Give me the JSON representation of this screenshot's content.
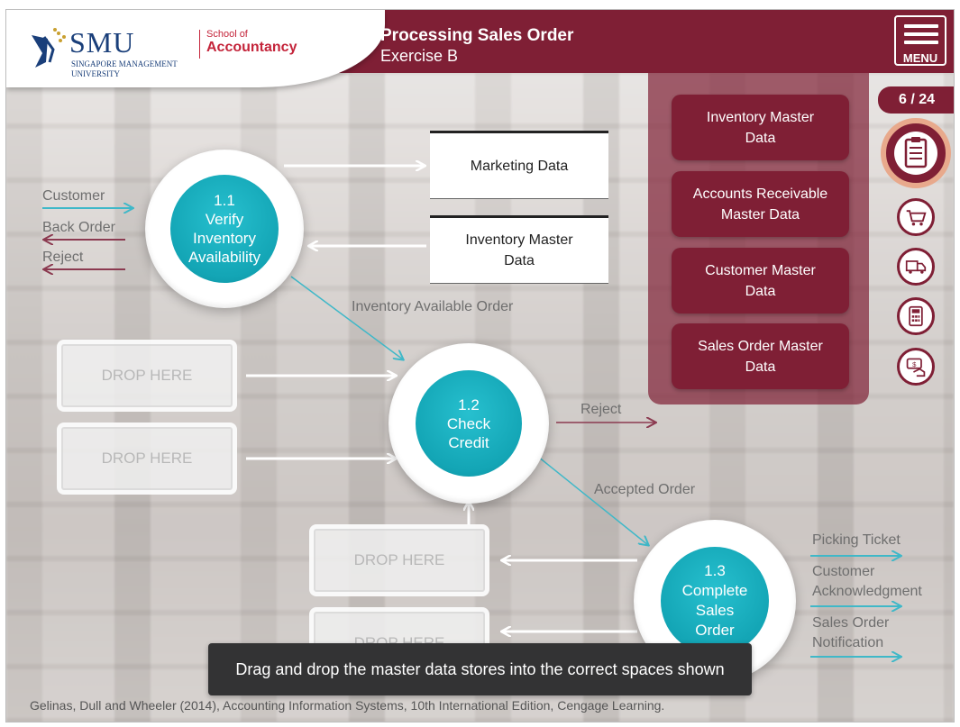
{
  "header": {
    "logo": {
      "name": "SMU",
      "sub1": "SINGAPORE MANAGEMENT",
      "sub2": "UNIVERSITY",
      "school_line1": "School of",
      "school_line2": "Accountancy"
    },
    "title": "Processing Sales Order",
    "subtitle": "Exercise B",
    "menu_label": "MENU"
  },
  "page_indicator": "6 / 24",
  "master_data_stores": [
    {
      "line1": "Inventory Master",
      "line2": "Data"
    },
    {
      "line1": "Accounts Receivable",
      "line2": "Master Data"
    },
    {
      "line1": "Customer Master",
      "line2": "Data"
    },
    {
      "line1": "Sales Order Master",
      "line2": "Data"
    }
  ],
  "side_icons": [
    "clipboard-checklist-icon",
    "shopping-cart-icon",
    "delivery-truck-icon",
    "calculator-icon",
    "payment-hand-icon"
  ],
  "processes": [
    {
      "number": "1.1",
      "lines": [
        "Verify",
        "Inventory",
        "Availability"
      ]
    },
    {
      "number": "1.2",
      "lines": [
        "Check",
        "Credit"
      ]
    },
    {
      "number": "1.3",
      "lines": [
        "Complete",
        "Sales",
        "Order"
      ]
    }
  ],
  "data_stores": [
    {
      "line1": "Marketing Data",
      "line2": ""
    },
    {
      "line1": "Inventory Master",
      "line2": "Data"
    }
  ],
  "drop_targets": [
    "DROP HERE",
    "DROP HERE",
    "DROP HERE",
    "DROP HERE"
  ],
  "flows": {
    "customer": "Customer",
    "back_order": "Back Order",
    "reject_1": "Reject",
    "inventory_available_order": "Inventory Available Order",
    "reject_2": "Reject",
    "accepted_order": "Accepted Order",
    "picking_ticket": "Picking Ticket",
    "customer_ack_1": "Customer",
    "customer_ack_2": "Acknowledgment",
    "sales_order_notif_1": "Sales Order",
    "sales_order_notif_2": "Notification"
  },
  "instruction": "Drag and drop the master data stores into the correct spaces shown",
  "citation": "Gelinas, Dull and Wheeler (2014), Accounting Information Systems, 10th International Edition, Cengage Learning.",
  "colors": {
    "brand": "#7f1f35",
    "process": "#13a5b5",
    "teal_arrow": "#3fb8c8"
  }
}
